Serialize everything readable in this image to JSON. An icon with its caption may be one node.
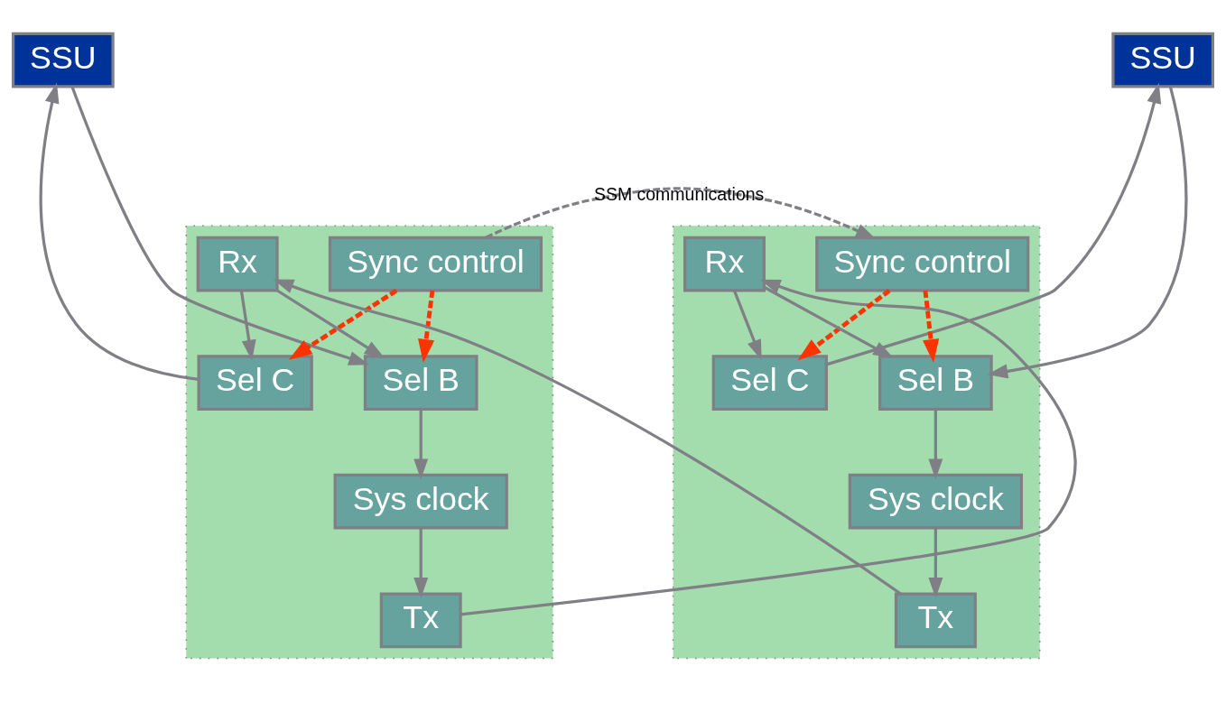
{
  "diagram": {
    "nodes": [
      {
        "text": [
          "SSU"
        ]
      },
      {
        "text": [
          "SSU"
        ]
      },
      {
        "text": [],
        "shape": "box"
      },
      {
        "text": [
          "Sel C"
        ],
        "in": 2
      },
      {
        "text": [
          "Sync control"
        ],
        "in": 2
      },
      {
        "text": [
          "Tx"
        ],
        "in": 2
      },
      {
        "text": [
          "Sel B"
        ],
        "in": 2
      },
      {
        "text": [
          "Rx"
        ],
        "in": 2
      },
      {
        "text": [
          "Sys clock"
        ],
        "in": 2
      },
      {
        "text": [],
        "shape": "box"
      },
      {
        "text": [
          "Sel C"
        ],
        "in": 9
      },
      {
        "text": [
          "Tx"
        ],
        "in": 9
      },
      {
        "text": [
          "Sync control"
        ],
        "in": 9
      },
      {
        "text": [
          "Rx"
        ],
        "in": 9
      },
      {
        "text": [
          "Sel B"
        ],
        "in": 9
      },
      {
        "text": [
          "Sys clock"
        ],
        "in": 9
      }
    ],
    "edges": [
      {
        "from": 0,
        "to": 6,
        "arrow": "to"
      },
      {
        "from": 3,
        "to": 0,
        "arrow": "to"
      },
      {
        "from": 4,
        "to": 3,
        "arrow": "to",
        "style": "dashed",
        "color": "#ff3300"
      },
      {
        "from": 4,
        "to": 6,
        "arrow": "to",
        "style": "dashed",
        "color": "#ff3300"
      },
      {
        "from": 4,
        "to": 12,
        "arrow": "to",
        "label": "SSM communications",
        "style": "dashed"
      },
      {
        "from": 7,
        "to": 3,
        "arrow": "to"
      },
      {
        "from": 7,
        "to": 6,
        "arrow": "to"
      },
      {
        "from": 6,
        "to": 8,
        "arrow": "to"
      },
      {
        "from": 8,
        "to": 5,
        "arrow": "to"
      },
      {
        "from": 5,
        "to": 13,
        "arrow": "to"
      },
      {
        "from": 11,
        "to": 7,
        "arrow": "to"
      },
      {
        "from": 1,
        "to": 14,
        "arrow": "to"
      },
      {
        "from": 10,
        "to": 1,
        "arrow": "to"
      },
      {
        "from": 12,
        "to": 10,
        "arrow": "to",
        "style": "dashed",
        "color": "#ff3300"
      },
      {
        "from": 12,
        "to": 14,
        "arrow": "to",
        "style": "dashed",
        "color": "#ff3300"
      },
      {
        "from": 13,
        "to": 10,
        "arrow": "to"
      },
      {
        "from": 13,
        "to": 14,
        "arrow": "to"
      },
      {
        "from": 14,
        "to": 15,
        "arrow": "to"
      },
      {
        "from": 15,
        "to": 11,
        "arrow": "to"
      }
    ]
  }
}
